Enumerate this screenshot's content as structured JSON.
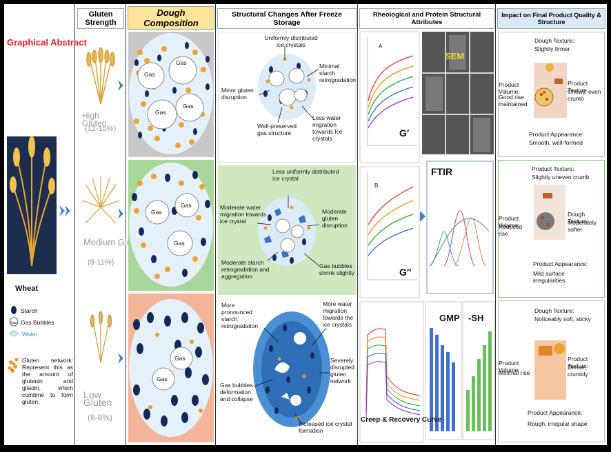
{
  "col1": {
    "title": "Graphical Abstract",
    "wheat_label": "Wheat",
    "legend": {
      "starch": "Starch",
      "gas_bubbles": "Gas Bubbles",
      "gas_icon": "Gas",
      "water": "Water",
      "gluten_note": "Gluten network: Represent this as the amount of glutenin and gliadin, which combine to form gluten."
    }
  },
  "col2": {
    "header": "Gluten Strength",
    "high": "High Gluten",
    "high_pct": "(12-15%)",
    "medium": "Medium Gluten",
    "medium_pct": "(8-11%)",
    "low": "Low Gluten",
    "low_pct": "(6-8%)"
  },
  "col3": {
    "header": "Dough Composition",
    "gas": "Gas"
  },
  "col4": {
    "header": "Structural Changes After Freeze Storage",
    "top": {
      "a": "Uniformly distributed ice crystals",
      "b": "Minimal starch retrogradation",
      "c": "Minor gluten disruption",
      "d": "Less water migration towards Ice crystals",
      "e": "Well-preserved gas structure"
    },
    "mid": {
      "a": "Less uniformly distributed ice crystal",
      "b": "Moderate water migration towards ice crystal",
      "c": "Moderate gluten disruption",
      "d": "Moderate starch retrogradation and aggregation",
      "e": "Gas bubbles shrink slightly"
    },
    "low": {
      "a": "More pronounced starch retrogradation",
      "b": "More water migration towards the ice crystals",
      "c": "Severely disrupted gluten network",
      "d": "Gas bubbles deformation and collapse",
      "e": "Increased ice crystal formation"
    }
  },
  "col5": {
    "header": "Rheological and Protein Structural Attributes",
    "sem": "SEM",
    "ftir": "FTIR",
    "g1": "G′",
    "g2": "G″",
    "gmp": "GMP",
    "sh": "-SH",
    "creep": "Creep & Recovery Curve",
    "label_a": "A",
    "label_b": "B"
  },
  "col6": {
    "header": "Impact on Final Product Quality & Structure",
    "top": {
      "texture": "Dough Texture:",
      "texture_v": "Slightly firmer",
      "volume": "Product Volume:",
      "volume_v": "Good rise maintained",
      "ptexture": "Product Texture:",
      "ptexture_v": "Chewy, even crumb",
      "appear": "Product Appearance:",
      "appear_v": "Smooth, well-formed"
    },
    "mid": {
      "ptexture": "Product Texture:",
      "ptexture_v": "Slightly uneven crumb",
      "volume": "Product Volume:",
      "volume_v": "Reduced rise",
      "texture": "Dough Texture:",
      "texture_v": "Moderately softer",
      "appear": "Product Appearance:",
      "appear_v": "Mild surface irregularities"
    },
    "low": {
      "texture": "Dough Texture:",
      "texture_v": "Noticeably soft, sticky",
      "volume": "Product Volume:",
      "volume_v": "Minimal rise",
      "ptexture": "Product Texture:",
      "ptexture_v": "Dense, crumbly",
      "appear": "Product Appearance:",
      "appear_v": "Rough, irregular shape"
    }
  },
  "colors": {
    "title_red": "#e8202a",
    "starch_navy": "#14285a",
    "gluten_orange": "#f29a1e",
    "panel_gray": "#c8c8c8",
    "panel_green": "#a9d69a",
    "panel_salmon": "#f4b49a"
  }
}
